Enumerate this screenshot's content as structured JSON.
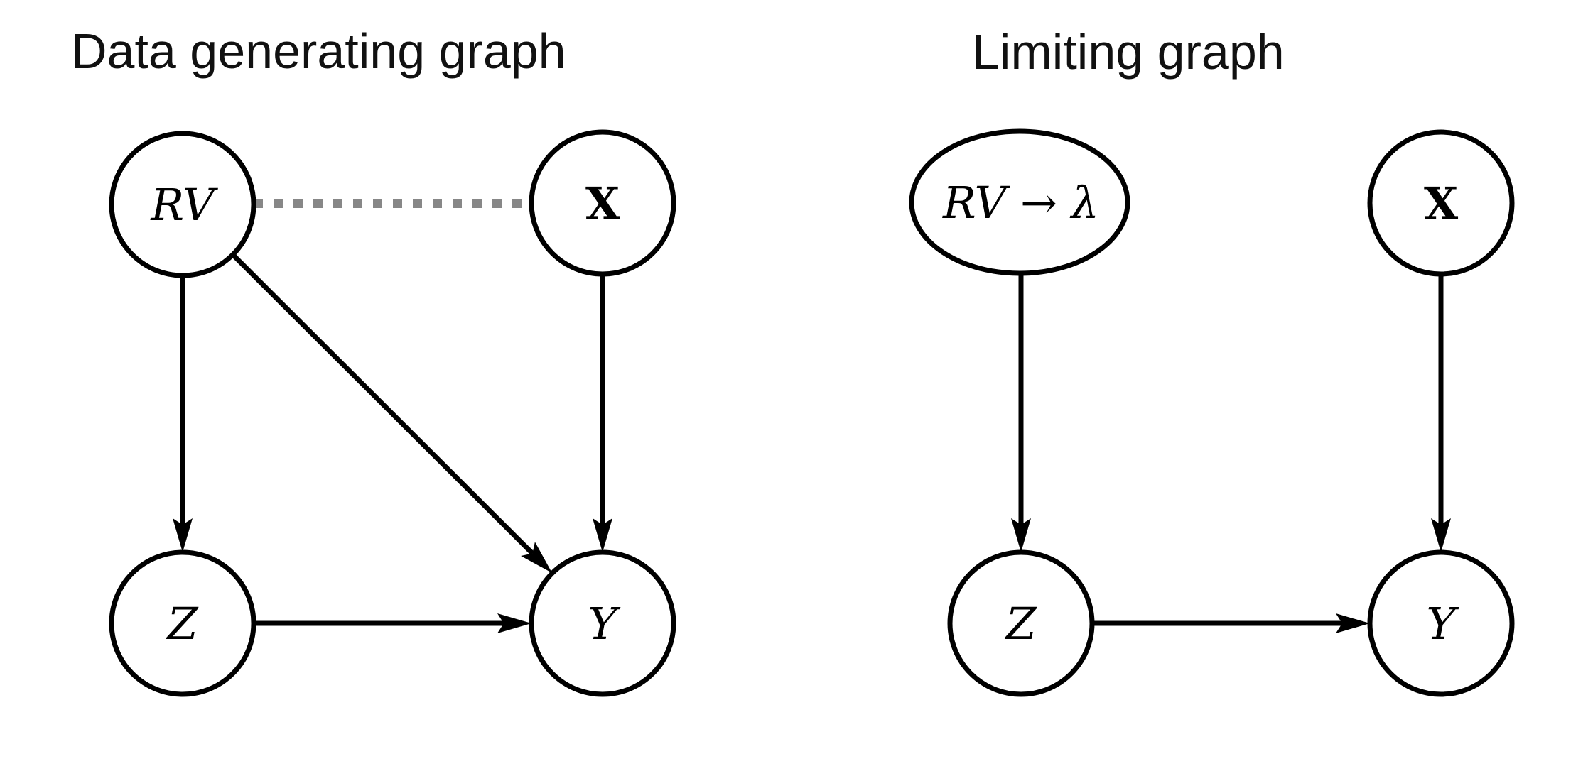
{
  "figure": {
    "background_color": "#ffffff",
    "left_graph": {
      "title": "Data generating graph",
      "nodes": [
        {
          "id": "RV",
          "label": "RV",
          "shape": "circle"
        },
        {
          "id": "X",
          "label": "X",
          "shape": "circle"
        },
        {
          "id": "Z",
          "label": "Z",
          "shape": "circle"
        },
        {
          "id": "Y",
          "label": "Y",
          "shape": "circle"
        }
      ],
      "edges": [
        {
          "from": "RV",
          "to": "X",
          "style": "dashed",
          "directed": false
        },
        {
          "from": "RV",
          "to": "Z",
          "style": "solid",
          "directed": true
        },
        {
          "from": "RV",
          "to": "Y",
          "style": "solid",
          "directed": true
        },
        {
          "from": "X",
          "to": "Y",
          "style": "solid",
          "directed": true
        },
        {
          "from": "Z",
          "to": "Y",
          "style": "solid",
          "directed": true
        }
      ]
    },
    "right_graph": {
      "title": "Limiting graph",
      "nodes": [
        {
          "id": "RV-lambda",
          "label": "RV → λ",
          "shape": "ellipse"
        },
        {
          "id": "X",
          "label": "X",
          "shape": "circle"
        },
        {
          "id": "Z",
          "label": "Z",
          "shape": "circle"
        },
        {
          "id": "Y",
          "label": "Y",
          "shape": "circle"
        }
      ],
      "edges": [
        {
          "from": "RV-lambda",
          "to": "Z",
          "style": "solid",
          "directed": true
        },
        {
          "from": "X",
          "to": "Y",
          "style": "solid",
          "directed": true
        },
        {
          "from": "Z",
          "to": "Y",
          "style": "solid",
          "directed": true
        }
      ]
    },
    "colors": {
      "node_stroke": "#000000",
      "solid_edge": "#000000",
      "dashed_edge": "#878787",
      "title_text": "#111111"
    }
  }
}
